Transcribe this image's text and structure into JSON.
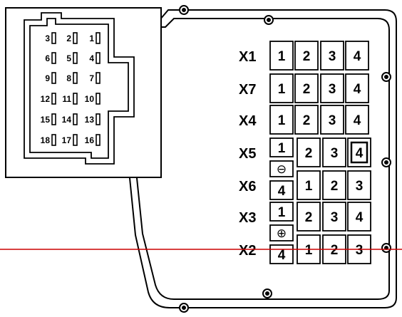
{
  "inset": {
    "pins": [
      {
        "row": [
          {
            "label": "3"
          },
          {
            "label": "2"
          },
          {
            "label": "1"
          }
        ]
      },
      {
        "row": [
          {
            "label": "6"
          },
          {
            "label": "5"
          },
          {
            "label": "4"
          }
        ]
      },
      {
        "row": [
          {
            "label": "9"
          },
          {
            "label": "8"
          },
          {
            "label": "7"
          }
        ]
      },
      {
        "row": [
          {
            "label": "12"
          },
          {
            "label": "11"
          },
          {
            "label": "10"
          }
        ]
      },
      {
        "row": [
          {
            "label": "15"
          },
          {
            "label": "14"
          },
          {
            "label": "13"
          }
        ]
      },
      {
        "row": [
          {
            "label": "18"
          },
          {
            "label": "17"
          },
          {
            "label": "16"
          }
        ]
      }
    ]
  },
  "connectors": [
    {
      "name": "X1",
      "cells": [
        "1",
        "2",
        "3",
        "4"
      ]
    },
    {
      "name": "X7",
      "cells": [
        "1",
        "2",
        "3",
        "4"
      ]
    },
    {
      "name": "X4",
      "cells": [
        "1",
        "2",
        "3",
        "4"
      ]
    },
    {
      "name": "X5",
      "cells": [
        "1",
        "2",
        "3",
        "4"
      ],
      "side_symbol": "⊖"
    },
    {
      "name": "X6",
      "cells": [
        "4",
        "1",
        "2",
        "3"
      ]
    },
    {
      "name": "X3",
      "cells": [
        "1",
        "2",
        "3",
        "4"
      ],
      "side_symbol": "⊕"
    },
    {
      "name": "X2",
      "cells": [
        "4",
        "1",
        "2",
        "3"
      ]
    }
  ],
  "colors": {
    "line": "#000000",
    "marker_line": "#cc0000",
    "background": "#ffffff"
  }
}
